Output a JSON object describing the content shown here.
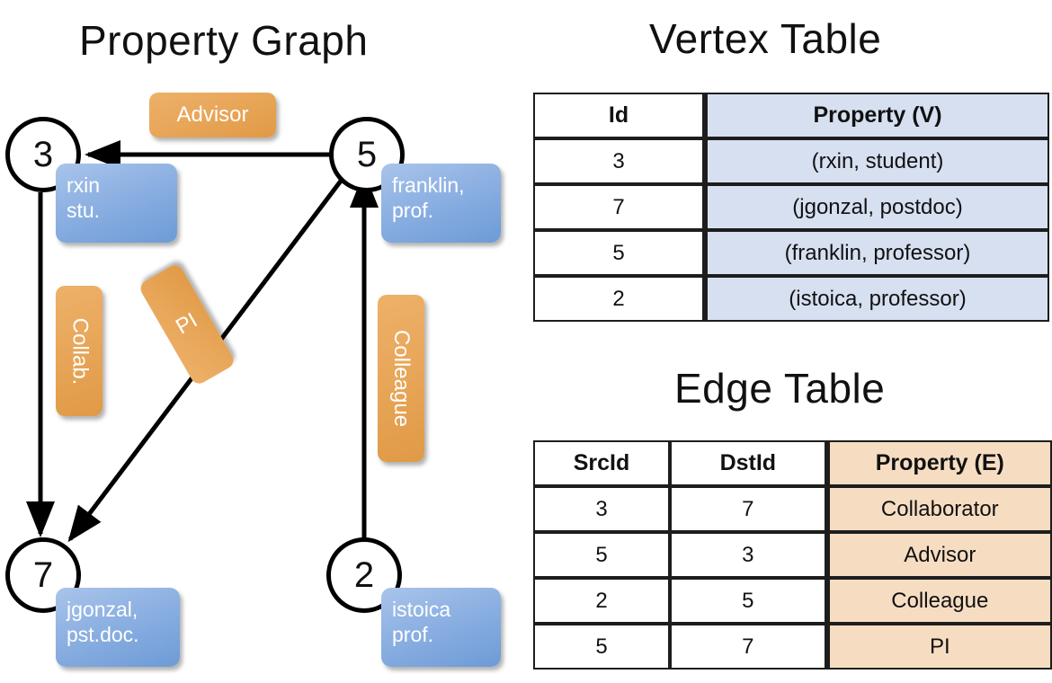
{
  "titles": {
    "property_graph": "Property Graph",
    "vertex_table": "Vertex Table",
    "edge_table": "Edge Table"
  },
  "colors": {
    "node_stroke": "#000000",
    "vertex_property_fill": "#d6e0f1",
    "edge_property_fill": "#f6ddc2",
    "property_box_blue": "#8cb0e2",
    "edge_label_orange": "#e8a659",
    "table_border": "#1d1d1d",
    "background": "#ffffff"
  },
  "graph": {
    "nodes": [
      {
        "id": "3",
        "property_lines": [
          "rxin",
          "stu."
        ]
      },
      {
        "id": "5",
        "property_lines": [
          "franklin,",
          "prof."
        ]
      },
      {
        "id": "7",
        "property_lines": [
          "jgonzal,",
          "pst.doc."
        ]
      },
      {
        "id": "2",
        "property_lines": [
          "istoica",
          "prof."
        ]
      }
    ],
    "edge_labels": [
      {
        "text": "Advisor",
        "src": "5",
        "dst": "3",
        "orientation": "horizontal"
      },
      {
        "text": "Collab.",
        "src": "3",
        "dst": "7",
        "orientation": "vertical"
      },
      {
        "text": "PI",
        "src": "5",
        "dst": "7",
        "orientation": "diagonal"
      },
      {
        "text": "Colleague",
        "src": "2",
        "dst": "5",
        "orientation": "vertical"
      }
    ]
  },
  "vertex_table": {
    "headers": [
      "Id",
      "Property (V)"
    ],
    "rows": [
      {
        "id": "3",
        "property": "(rxin, student)"
      },
      {
        "id": "7",
        "property": "(jgonzal, postdoc)"
      },
      {
        "id": "5",
        "property": "(franklin, professor)"
      },
      {
        "id": "2",
        "property": "(istoica, professor)"
      }
    ]
  },
  "edge_table": {
    "headers": [
      "SrcId",
      "DstId",
      "Property (E)"
    ],
    "rows": [
      {
        "src": "3",
        "dst": "7",
        "property": "Collaborator"
      },
      {
        "src": "5",
        "dst": "3",
        "property": "Advisor"
      },
      {
        "src": "2",
        "dst": "5",
        "property": "Colleague"
      },
      {
        "src": "5",
        "dst": "7",
        "property": "PI"
      }
    ]
  }
}
